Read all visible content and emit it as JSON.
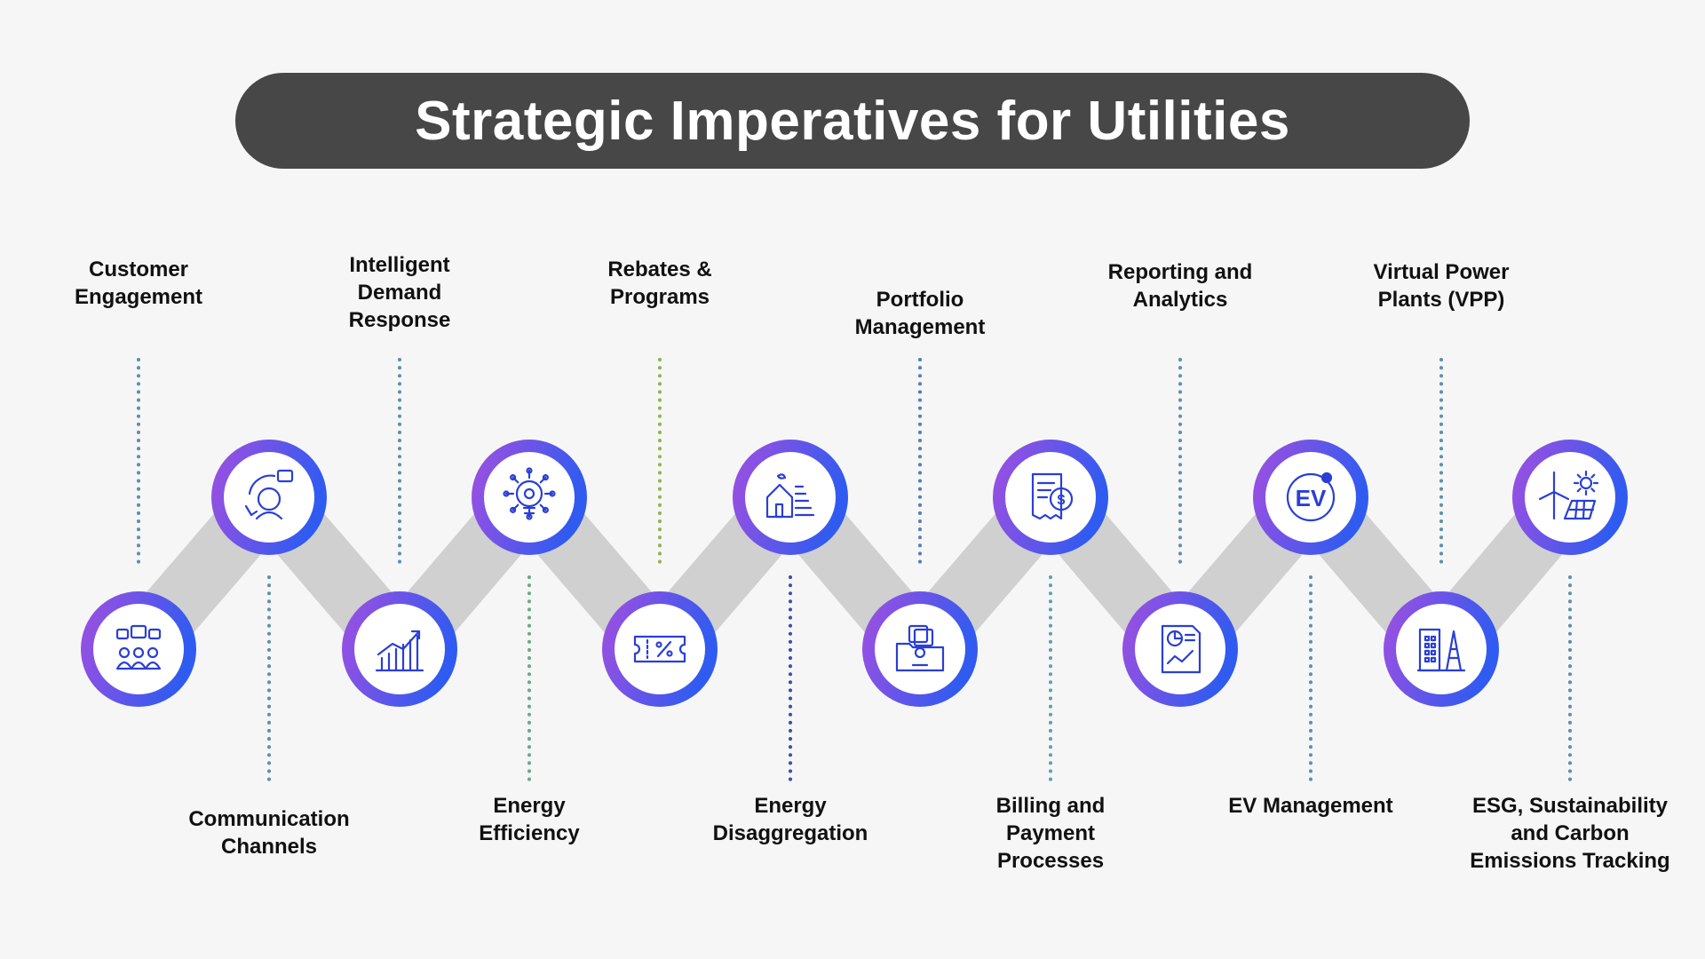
{
  "title": "Strategic Imperatives for Utilities",
  "colors": {
    "background": "#f6f6f6",
    "title_pill": "#474747",
    "connector": "#d0d0d0",
    "ring_start": "#a24fe0",
    "ring_end": "#2f5bf0",
    "icon": "#2a3fd6",
    "dotted_line": "#5b8fb0"
  },
  "items": [
    {
      "label": "Customer Engagement",
      "icon": "customer-feedback-icon"
    },
    {
      "label": "Communication Channels",
      "icon": "call-center-icon"
    },
    {
      "label": "Intelligent Demand Response",
      "icon": "rising-bar-chart-icon"
    },
    {
      "label": "Energy Efficiency",
      "icon": "smart-bulb-icon"
    },
    {
      "label": "Rebates & Programs",
      "icon": "discount-ticket-icon"
    },
    {
      "label": "Energy Disaggregation",
      "icon": "home-energy-rating-icon"
    },
    {
      "label": "Portfolio Management",
      "icon": "portfolio-folder-icon"
    },
    {
      "label": "Billing and Payment Processes",
      "icon": "dollar-bill-icon"
    },
    {
      "label": "Reporting and Analytics",
      "icon": "analytics-report-icon"
    },
    {
      "label": "EV Management",
      "icon": "ev-charging-icon"
    },
    {
      "label": "Virtual Power Plants (VPP)",
      "icon": "power-plant-icon"
    },
    {
      "label": "ESG, Sustainability and Carbon Emissions Tracking",
      "icon": "renewable-energy-icon"
    }
  ]
}
